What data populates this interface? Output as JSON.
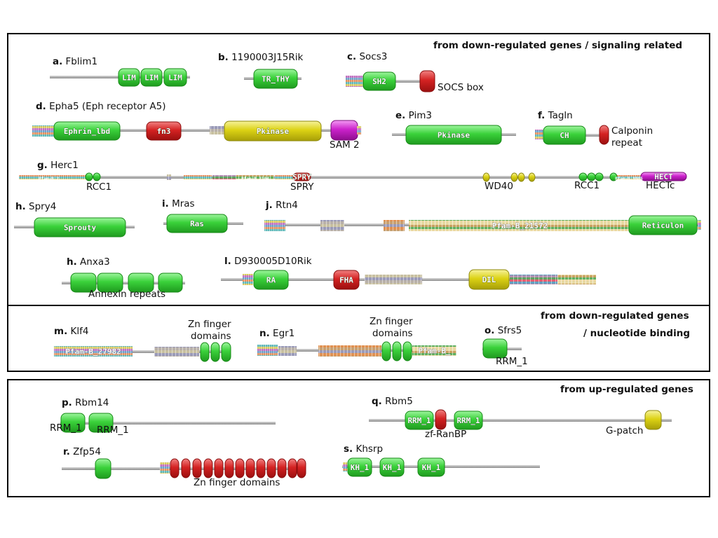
{
  "headers": {
    "signaling": "from down-regulated genes / signaling related",
    "nucleotide_1": "from down-regulated genes",
    "nucleotide_2": "/ nucleotide binding",
    "upregulated": "from up-regulated genes"
  },
  "proteins": {
    "a": {
      "letter": "a.",
      "name": "Fblim1"
    },
    "b": {
      "letter": "b.",
      "name": "1190003J15Rik"
    },
    "c": {
      "letter": "c.",
      "name": "Socs3"
    },
    "d": {
      "letter": "d.",
      "name": "Epha5 (Eph receptor A5)"
    },
    "e": {
      "letter": "e.",
      "name": "Pim3"
    },
    "f": {
      "letter": "f.",
      "name": "Tagln"
    },
    "g": {
      "letter": "g.",
      "name": "Herc1"
    },
    "h": {
      "letter": "h.",
      "name": "Spry4"
    },
    "i": {
      "letter": "i.",
      "name": "Mras"
    },
    "j": {
      "letter": "j.",
      "name": "Rtn4"
    },
    "h2": {
      "letter": "h.",
      "name": "Anxa3"
    },
    "l": {
      "letter": "l.",
      "name": "D930005D10Rik"
    },
    "m": {
      "letter": "m.",
      "name": "Klf4"
    },
    "n": {
      "letter": "n.",
      "name": "Egr1"
    },
    "o": {
      "letter": "o.",
      "name": "Sfrs5"
    },
    "p": {
      "letter": "p.",
      "name": "Rbm14"
    },
    "q": {
      "letter": "q.",
      "name": "Rbm5"
    },
    "r": {
      "letter": "r.",
      "name": "Zfp54"
    },
    "s": {
      "letter": "s.",
      "name": "Khsrp"
    }
  },
  "domain_names": {
    "lim": "LIM",
    "tr_thy": "TR_THY",
    "sh2": "SH2",
    "ephrin_lbd": "Ephrin_lbd",
    "fn3": "fn3",
    "pkinase": "Pkinase",
    "ch": "CH",
    "spry": "SPRY",
    "hect": "HECT",
    "rcc1_tiny": "RCC1",
    "pfam_b_short": "Pfam-B_2...",
    "pfam_b_stub": "Pfam-B_2104",
    "pfam_b_mid": "Pfam-B_9985",
    "sprouty": "Sprouty",
    "ras": "Ras",
    "pfam_b_21572": "Pfam-B_21572",
    "reticulon": "Reticulon",
    "ra": "RA",
    "fha": "FHA",
    "dil": "DIL",
    "pfam_b_27982": "Pfam-B_27982",
    "pfam_b_egr": "Pfam-B_",
    "rrm_1": "RRM_1",
    "kh_1": "KH_1"
  },
  "annotations": {
    "socs_box": "SOCS box",
    "sam_2": "SAM 2",
    "calponin_1": "Calponin",
    "calponin_2": "repeat",
    "rcc1": "RCC1",
    "spry": "SPRY",
    "wd40": "WD40",
    "rcc1_b": "RCC1",
    "hectc": "HECTc",
    "annexin": "Annexin repeats",
    "zn_klf_1": "Zn finger",
    "zn_klf_2": "domains",
    "zn_egr_1": "Zn finger",
    "zn_egr_2": "domains",
    "rrm_sfrs5": "RRM_1",
    "rrm_p1": "RRM_1",
    "rrm_p2": "RRM_1",
    "zf_ranbp": "zf-RanBP",
    "g_patch": "G-patch",
    "zn_zfp54": "Zn finger domains"
  },
  "colors": {
    "green": "#33cc33",
    "red": "#d42222",
    "yellow": "#dcd214",
    "magenta": "#cc22cc",
    "backbone": "#a8a8a8"
  }
}
